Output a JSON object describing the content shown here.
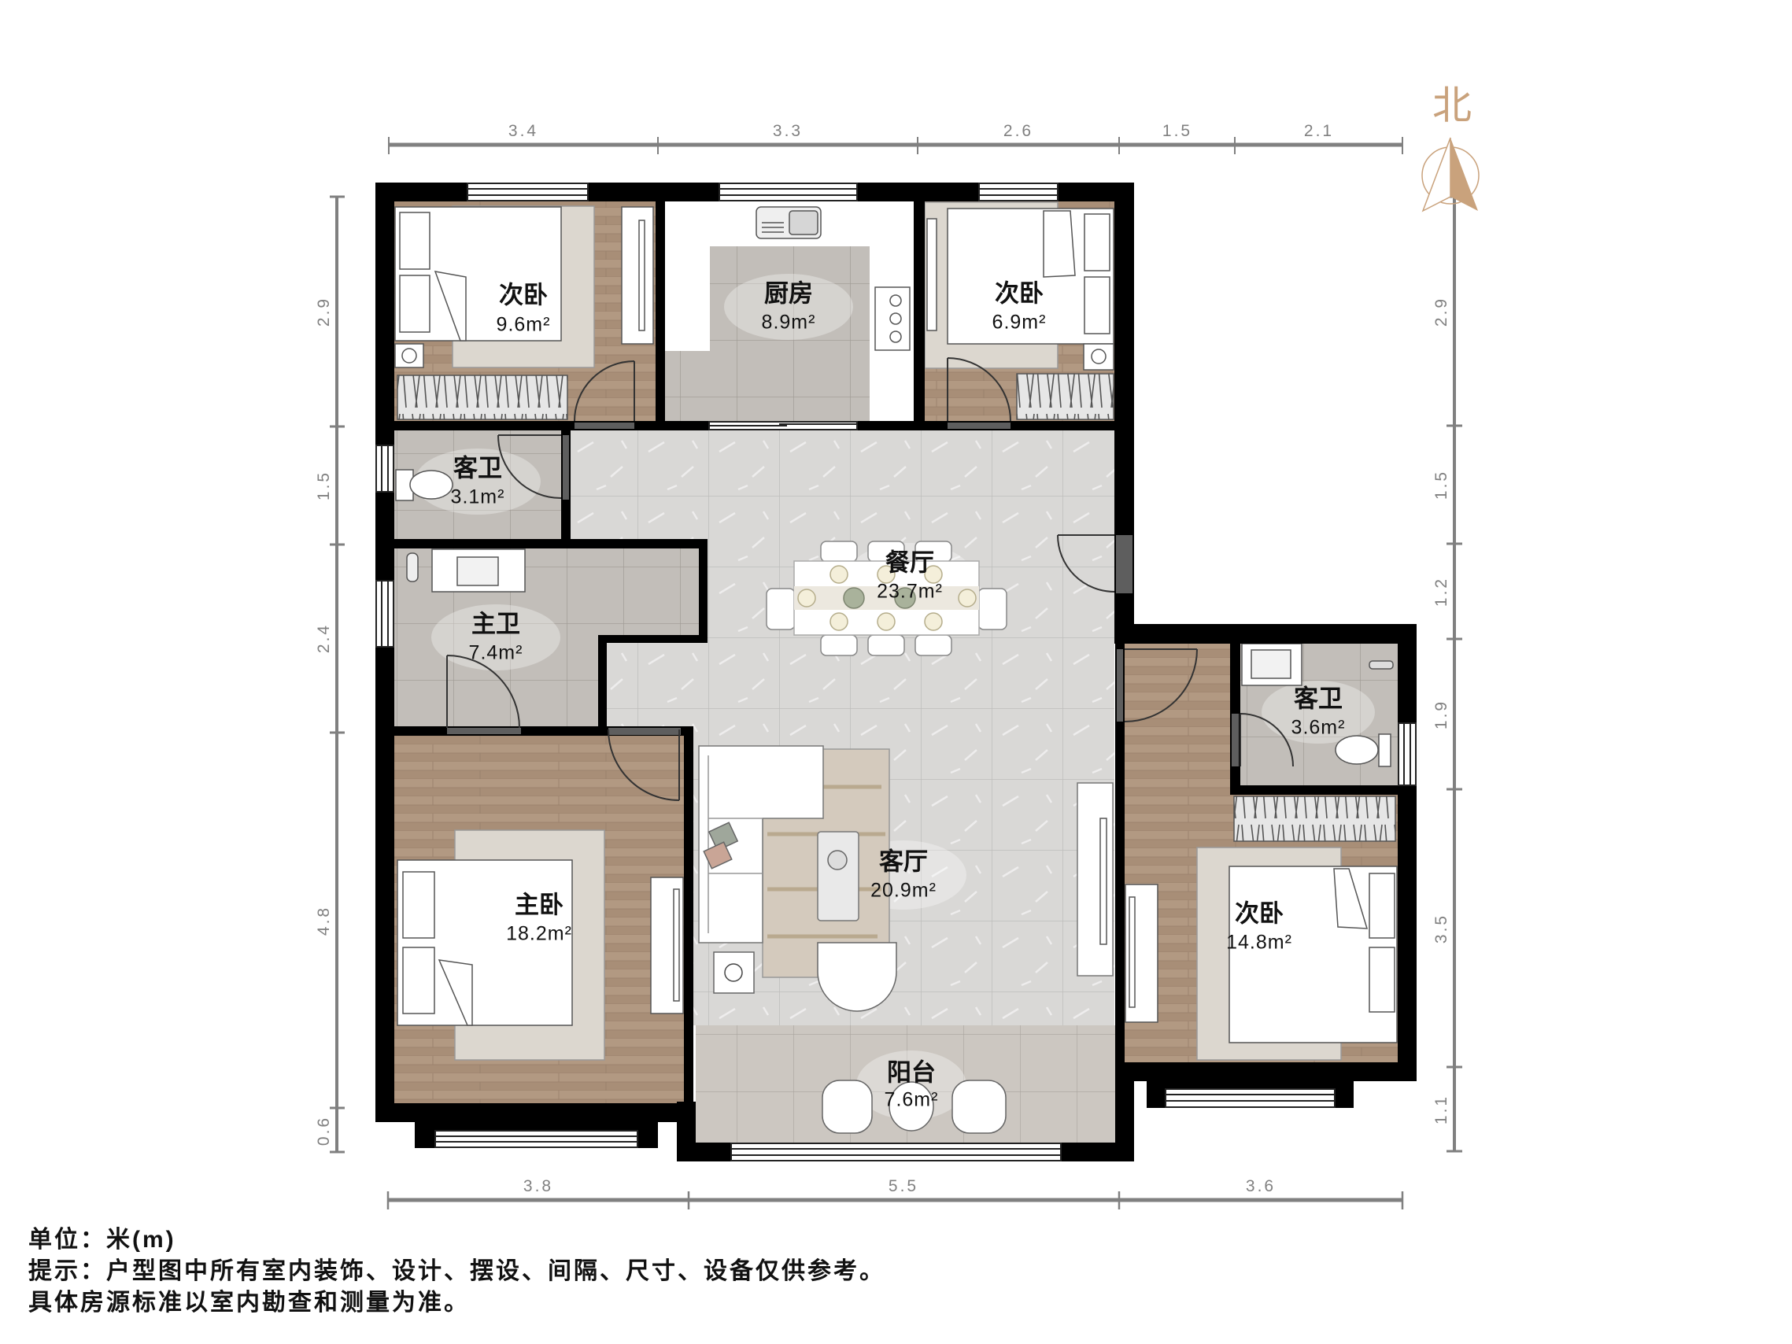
{
  "compass": {
    "label": "北"
  },
  "dimensions": {
    "top": [
      "3.4",
      "3.3",
      "2.6",
      "1.5",
      "2.1"
    ],
    "bottom": [
      "3.8",
      "5.5",
      "3.6"
    ],
    "left": [
      "2.9",
      "1.5",
      "2.4",
      "4.8",
      "0.6"
    ],
    "right": [
      "2.9",
      "1.5",
      "1.2",
      "1.9",
      "3.5",
      "1.1"
    ]
  },
  "rooms": [
    {
      "name": "次卧",
      "area": "9.6m²"
    },
    {
      "name": "厨房",
      "area": "8.9m²"
    },
    {
      "name": "次卧",
      "area": "6.9m²"
    },
    {
      "name": "客卫",
      "area": "3.1m²"
    },
    {
      "name": "餐厅",
      "area": "23.7m²"
    },
    {
      "name": "主卫",
      "area": "7.4m²"
    },
    {
      "name": "客卫",
      "area": "3.6m²"
    },
    {
      "name": "客厅",
      "area": "20.9m²"
    },
    {
      "name": "主卧",
      "area": "18.2m²"
    },
    {
      "name": "次卧",
      "area": "14.8m²"
    },
    {
      "name": "阳台",
      "area": "7.6m²"
    }
  ],
  "footer": {
    "unit": "单位：米(m)",
    "note": "提示：户型图中所有室内装饰、设计、摆设、间隔、尺寸、设备仅供参考。",
    "disclaimer": "具体房源标准以室内勘查和测量为准。"
  },
  "colors": {
    "wall": "#000000",
    "wood_floor": "#a88e77",
    "tile_floor": "#c2beb9",
    "marble_floor": "#d9d8d6",
    "dimension": "#808080",
    "compass": "#c9a27c"
  }
}
